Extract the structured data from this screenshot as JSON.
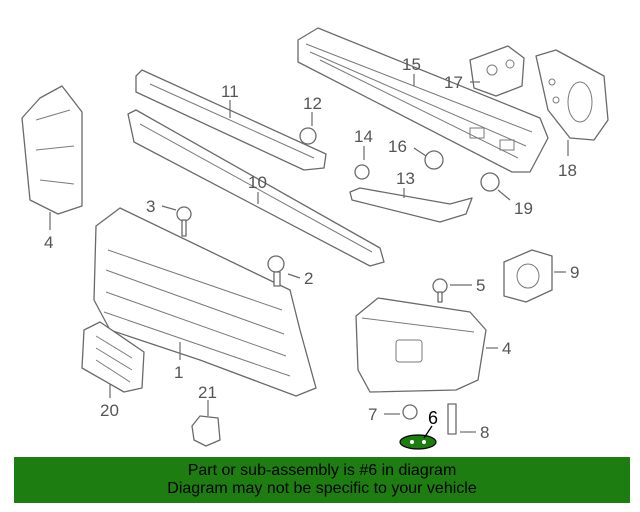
{
  "diagram": {
    "labels": {
      "l1": "1",
      "l2": "2",
      "l3": "3",
      "l4a": "4",
      "l4b": "4",
      "l5": "5",
      "l6": "6",
      "l7": "7",
      "l8": "8",
      "l9": "9",
      "l10": "10",
      "l11": "11",
      "l12": "12",
      "l13": "13",
      "l14": "14",
      "l15": "15",
      "l16": "16",
      "l17": "17",
      "l18": "18",
      "l19": "19",
      "l20": "20",
      "l21": "21"
    },
    "highlighted_part": "6",
    "colors": {
      "line": "#6a6a6a",
      "highlight_fill": "#1e7d10"
    }
  },
  "banner": {
    "line1": "Part or sub-assembly is #6 in diagram",
    "line2": "Diagram may not be specific to your vehicle",
    "color": "#1e7d10"
  }
}
